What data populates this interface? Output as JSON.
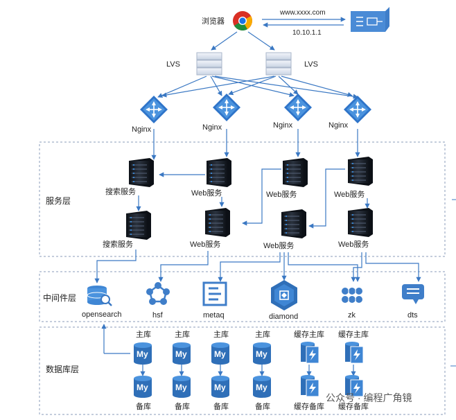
{
  "browser": {
    "label": "浏览器",
    "url": "www.xxxx.com",
    "ip": "10.10.1.1",
    "icon": "chrome-browser-icon"
  },
  "dns_icon": "dns-server-icon",
  "lvs": [
    {
      "label": "LVS"
    },
    {
      "label": "LVS"
    }
  ],
  "nginx": [
    {
      "label": "Nginx"
    },
    {
      "label": "Nginx"
    },
    {
      "label": "Nginx"
    },
    {
      "label": "Nginx"
    }
  ],
  "layers": {
    "service": "服务层",
    "middleware": "中间件层",
    "database": "数据库层"
  },
  "services_top": [
    {
      "label": "搜索服务"
    },
    {
      "label": "Web服务"
    },
    {
      "label": "Web服务"
    },
    {
      "label": "Web服务"
    }
  ],
  "services_bottom": [
    {
      "label": "搜索服务"
    },
    {
      "label": "Web服务"
    },
    {
      "label": "Web服务"
    },
    {
      "label": "Web服务"
    }
  ],
  "middleware": [
    {
      "label": "opensearch",
      "icon": "opensearch-icon"
    },
    {
      "label": "hsf",
      "icon": "hsf-icon"
    },
    {
      "label": "metaq",
      "icon": "metaq-icon"
    },
    {
      "label": "diamond",
      "icon": "diamond-icon"
    },
    {
      "label": "zk",
      "icon": "zookeeper-icon"
    },
    {
      "label": "dts",
      "icon": "dts-icon"
    }
  ],
  "databases": [
    {
      "master": "主库",
      "slave": "备库",
      "type": "mysql"
    },
    {
      "master": "主库",
      "slave": "备库",
      "type": "mysql"
    },
    {
      "master": "主库",
      "slave": "备库",
      "type": "mysql"
    },
    {
      "master": "主库",
      "slave": "备库",
      "type": "mysql"
    },
    {
      "master": "缓存主库",
      "slave": "缓存备库",
      "type": "cache"
    },
    {
      "master": "缓存主库",
      "slave": "缓存备库",
      "type": "cache"
    }
  ],
  "db_icon_text": "My",
  "watermark": "公众号 · 编程广角镜",
  "colors": {
    "accent": "#2f6fb8",
    "server_dark": "#1e2530",
    "line": "#3a78c3"
  }
}
